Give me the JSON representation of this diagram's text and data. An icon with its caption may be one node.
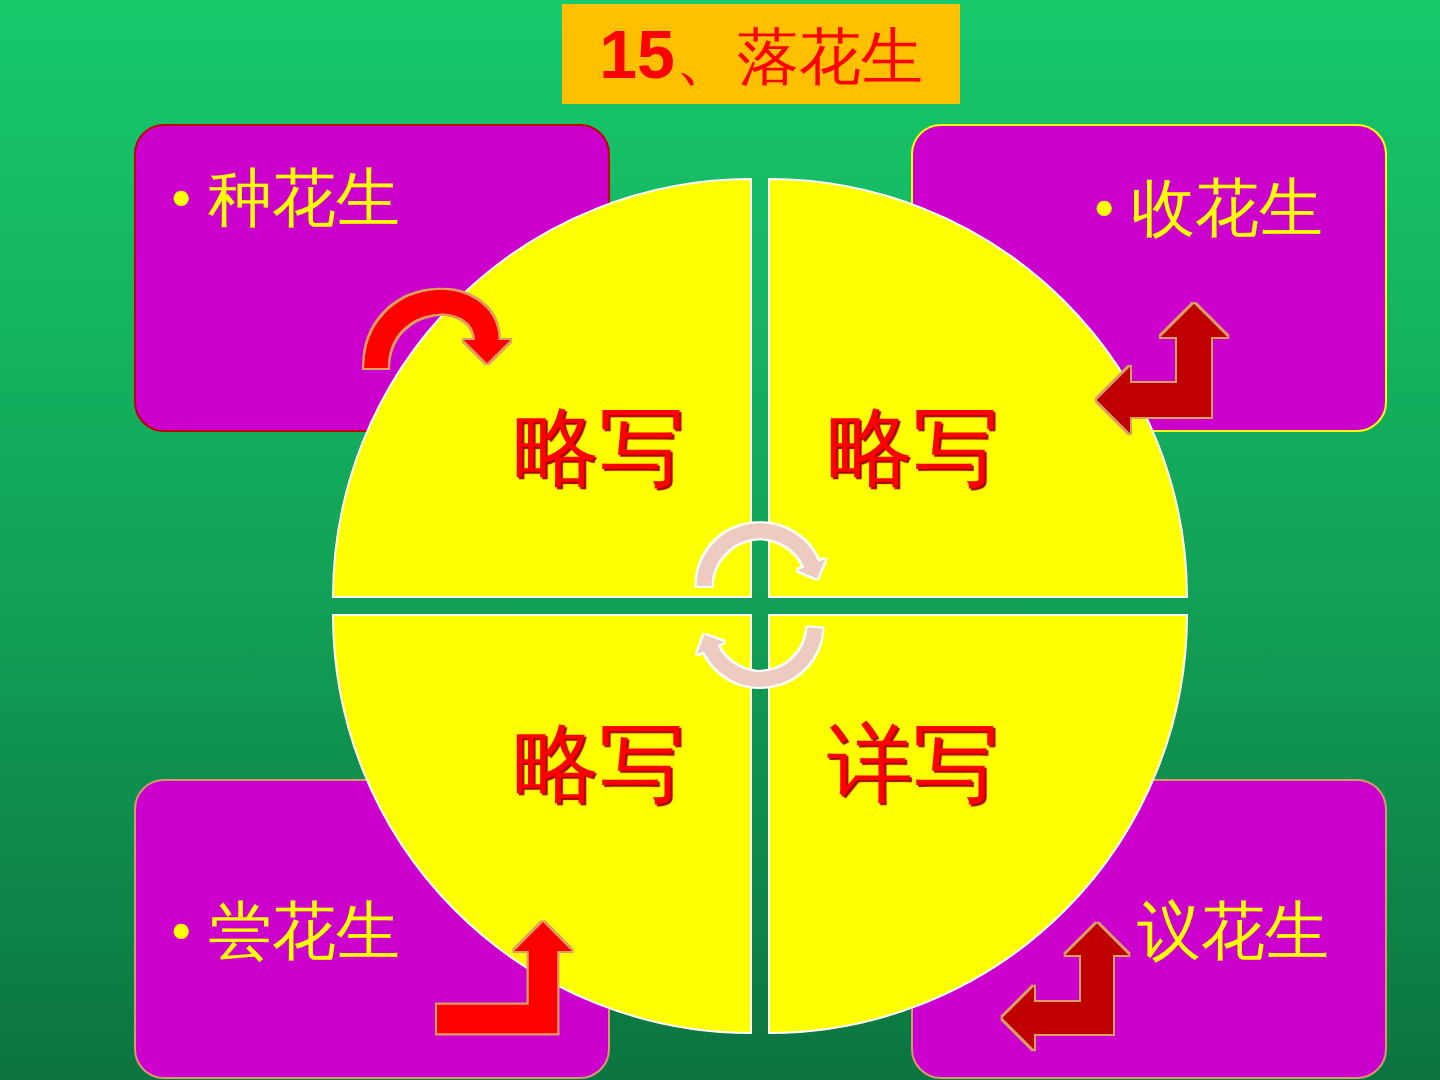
{
  "diagram": {
    "title": "**15**、落花生",
    "nodes": [
      {
        "text": [
          "• 种花生"
        ]
      },
      {
        "text": [
          "• 收花生"
        ]
      },
      {
        "text": [
          "略写"
        ]
      },
      {
        "text": [
          "略写"
        ]
      },
      {
        "text": [
          "略写"
        ]
      },
      {
        "text": [
          "详写"
        ]
      },
      {
        "text": [
          "• 尝花生"
        ]
      },
      {
        "text": [
          "议花生"
        ]
      }
    ],
    "edges": [
      {
        "from": 0,
        "to": 2,
        "arrow": "to",
        "color": "#ff0000"
      },
      {
        "from": 3,
        "to": 1,
        "arrow": "both",
        "color": "#c00000"
      },
      {
        "from": 6,
        "to": 4,
        "arrow": "to",
        "color": "#ff0000"
      },
      {
        "from": 5,
        "to": 7,
        "arrow": "both",
        "color": "#c00000"
      },
      {
        "from": 2,
        "to": 3,
        "arrow": "to",
        "color": "#eecbc0"
      },
      {
        "from": 5,
        "to": 4,
        "arrow": "to",
        "color": "#eecbc0"
      }
    ]
  }
}
